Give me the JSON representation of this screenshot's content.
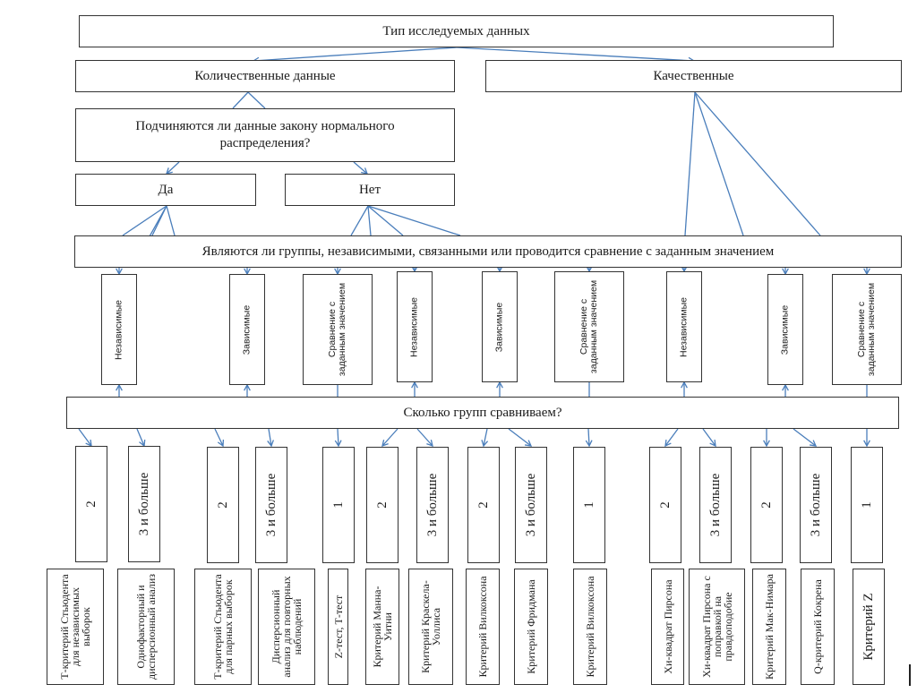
{
  "diagram": {
    "root": "Тип исследуемых данных",
    "quantitative": "Количественные данные",
    "qualitative": "Качественные",
    "normality_question": "Подчиняются ли данные закону нормального распределения?",
    "yes": "Да",
    "no": "Нет",
    "groups_question": "Являются ли группы, независимыми, связанными или проводится сравнение с заданным значением",
    "count_question": "Сколько групп сравниваем?",
    "group_types": [
      "Независимые",
      "Зависимые",
      "Сравнение с заданным значением",
      "Независимые",
      "Зависимые",
      "Сравнение с заданным значением",
      "Независимые",
      "Зависимые",
      "Сравнение с заданным значением"
    ],
    "counts": [
      "2",
      "3 и больше",
      "2",
      "3 и больше",
      "1",
      "2",
      "3 и больше",
      "2",
      "3 и больше",
      "1",
      "2",
      "3 и больше",
      "2",
      "3 и больше",
      "1"
    ],
    "tests": [
      "Т-критерий Стьюдента для независимых выборок",
      "Однофакторный и дисперсионный анализ",
      "Т-критерий Стьюдента для парных выборок",
      "Дисперсионный анализ для повторных наблюдений",
      "Z-тест, Т-тест",
      "Критерий Манна-Уитни",
      "Критерий Краскела-Уоллиса",
      "Критерий Вилкоксона",
      "Критерий Фридмана",
      "Критерий Вилкоксона",
      "Хи-квадрат Пирсона",
      "Хи-квадрат Пирсона с поправкой на правдоподобие",
      "Критерий Мак-Нимара",
      "Q-критерий Кокрена",
      "Критерий Z"
    ],
    "arrow_color": "#4a7ebb"
  }
}
